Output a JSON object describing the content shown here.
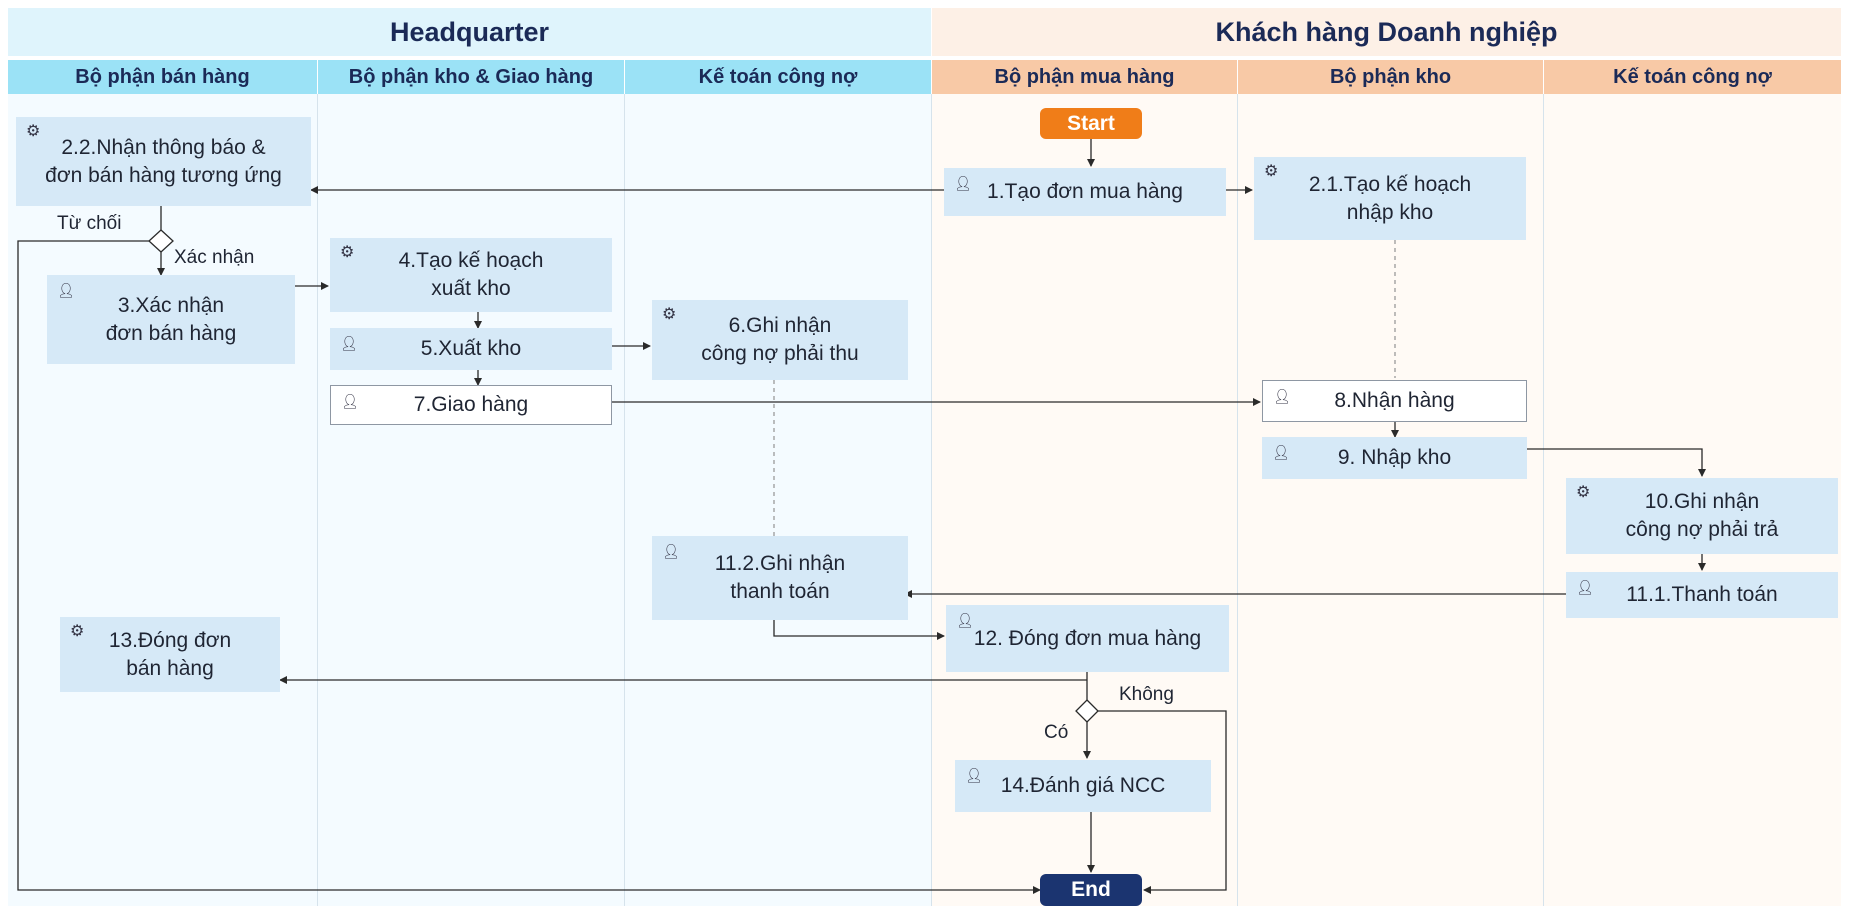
{
  "groups": {
    "headquarter": "Headquarter",
    "customer": "Khách hàng Doanh nghiệp"
  },
  "lanes": {
    "sales": "Bộ phận bán  hàng",
    "warehouse_delivery": "Bộ phận kho & Giao hàng",
    "hq_accounting": "Kế toán công nợ",
    "purchasing": "Bộ phận mua hàng",
    "cust_warehouse": "Bộ phận kho",
    "cust_accounting": "Kế toán công nợ"
  },
  "terminals": {
    "start": "Start",
    "end": "End"
  },
  "nodes": {
    "n22": "2.2.Nhận thông báo &\nđơn bán hàng tương ứng",
    "n1": "1.Tạo đơn mua hàng",
    "n21": "2.1.Tạo kế hoạch\nnhập kho",
    "n3": "3.Xác nhận\nđơn bán hàng",
    "n4": "4.Tạo kế hoạch\nxuất kho",
    "n5": "5.Xuất kho",
    "n6": "6.Ghi nhận\ncông nợ phải thu",
    "n7": "7.Giao hàng",
    "n8": "8.Nhận hàng",
    "n9": "9. Nhập kho",
    "n10": "10.Ghi nhận\ncông nợ phải trả",
    "n111": "11.1.Thanh toán",
    "n112": "11.2.Ghi nhận\nthanh toán",
    "n12": "12. Đóng đơn mua hàng",
    "n13": "13.Đóng đơn\nbán hàng",
    "n14": "14.Đánh giá NCC"
  },
  "labels": {
    "reject": "Từ chối",
    "confirm": "Xác nhận",
    "no": "Không",
    "yes": "Có"
  },
  "colors": {
    "hq_header": "#dff4fc",
    "cust_header": "#fdf0e6",
    "hq_lane_header": "#9be2f6",
    "cust_lane_header": "#f8c9a6",
    "node_fill": "#d6e9f7",
    "start": "#f07d18",
    "end": "#1b3470"
  },
  "icons": {
    "system_task": "gear-icon",
    "user_task": "user-icon"
  }
}
